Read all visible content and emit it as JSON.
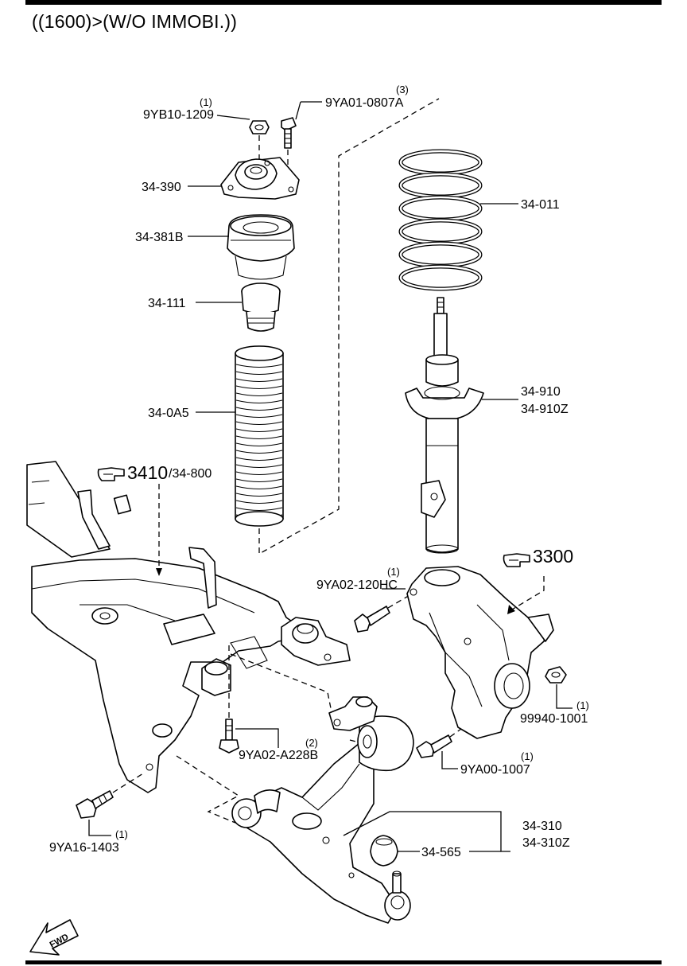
{
  "title": "((1600)>(W/O IMMOBI.))",
  "labels": {
    "l_9yb10": {
      "part": "9YB10-1209",
      "qty": "(1)"
    },
    "l_9ya01": {
      "part": "9YA01-0807A",
      "qty": "(3)"
    },
    "l_34390": {
      "part": "34-390"
    },
    "l_34381b": {
      "part": "34-381B"
    },
    "l_34111": {
      "part": "34-111"
    },
    "l_340a5": {
      "part": "34-0A5"
    },
    "l_34011": {
      "part": "34-011"
    },
    "l_34910": {
      "part": "34-910",
      "part2": "34-910Z"
    },
    "l_9ya02_120": {
      "part": "9YA02-120HC",
      "qty": "(1)"
    },
    "l_9ya02_a228": {
      "part": "9YA02-A228B",
      "qty": "(2)"
    },
    "l_99940": {
      "part": "99940-1001",
      "qty": "(1)"
    },
    "l_9ya00": {
      "part": "9YA00-1007",
      "qty": "(1)"
    },
    "l_34310": {
      "part": "34-310",
      "part2": "34-310Z"
    },
    "l_34565": {
      "part": "34-565"
    },
    "l_9ya16": {
      "part": "9YA16-1403",
      "qty": "(1)"
    }
  },
  "refs": {
    "ref_3410": {
      "main": "3410",
      "sub": "/34-800"
    },
    "ref_3300": {
      "main": "3300"
    }
  },
  "fwd": "FWD",
  "icons": {
    "pointing_hand": "pointing-hand-icon",
    "fwd_arrow": "fwd-arrow-icon"
  }
}
